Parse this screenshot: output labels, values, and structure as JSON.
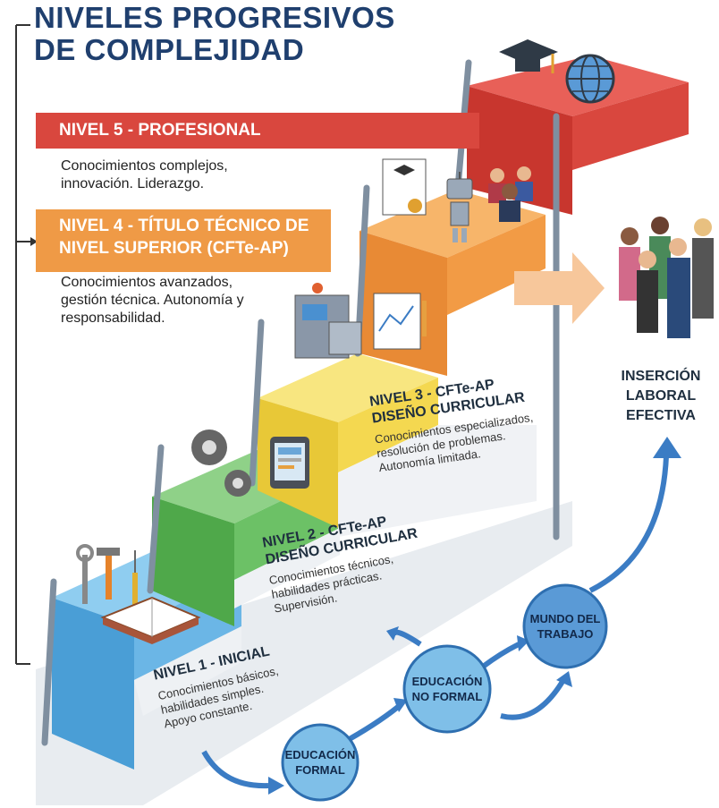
{
  "title": {
    "line1": "NIVELES PROGRESIVOS",
    "line2": "DE COMPLEJIDAD"
  },
  "levels": [
    {
      "id": 5,
      "title": "NIVEL 5 - PROFESIONAL",
      "desc_line1": "Conocimientos complejos,",
      "desc_line2": "innovación. Liderazgo.",
      "color": "#d9473e"
    },
    {
      "id": 4,
      "title_line1": "NIVEL 4 - TÍTULO TÉCNICO DE",
      "title_line2": "NIVEL SUPERIOR (CFTe-AP)",
      "desc_line1": "Conocimientos avanzados,",
      "desc_line2": "gestión técnica. Autonomía y",
      "desc_line3": "responsabilidad.",
      "color": "#ef9a46"
    },
    {
      "id": 3,
      "title_line1": "NIVEL 3 - CFTe-AP",
      "title_line2": "DISEÑO CURRICULAR",
      "desc_line1": "Conocimientos especializados,",
      "desc_line2": "resolución de problemas.",
      "desc_line3": "Autonomía limitada.",
      "color": "#f2d64a"
    },
    {
      "id": 2,
      "title_line1": "NIVEL 2 - CFTe-AP",
      "title_line2": "DISEÑO CURRICULAR",
      "desc_line1": "Conocimientos técnicos,",
      "desc_line2": "habilidades prácticas.",
      "desc_line3": "Supervisión.",
      "color": "#5fb456"
    },
    {
      "id": 1,
      "title": "NIVEL 1 - INICIAL",
      "desc_line1": "Conocimientos básicos,",
      "desc_line2": "habilidades simples.",
      "desc_line3": "Apoyo constante.",
      "color": "#5aaee0"
    }
  ],
  "circles": [
    {
      "line1": "EDUCACIÓN",
      "line2": "FORMAL"
    },
    {
      "line1": "EDUCACIÓN",
      "line2": "NO FORMAL"
    },
    {
      "line1": "MUNDO DEL",
      "line2": "TRABAJO"
    }
  ],
  "outcome": {
    "line1": "INSERCIÓN",
    "line2": "LABORAL",
    "line3": "EFECTIVA"
  },
  "icons": [
    "tools-icon",
    "book-icon",
    "gears-icon",
    "tablet-icon",
    "machine-icon",
    "blueprint-icon",
    "certificate-icon",
    "robot-icon",
    "team-icon",
    "graduation-cap-icon",
    "globe-icon",
    "workers-icon"
  ]
}
